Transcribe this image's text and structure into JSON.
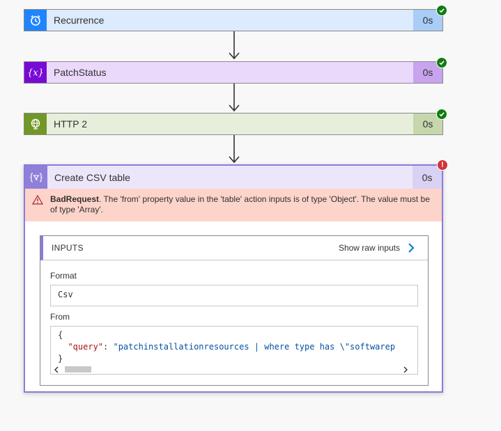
{
  "steps": [
    {
      "label": "Recurrence",
      "duration": "0s",
      "status": "succeeded"
    },
    {
      "label": "PatchStatus",
      "duration": "0s",
      "status": "succeeded"
    },
    {
      "label": "HTTP 2",
      "duration": "0s",
      "status": "succeeded"
    }
  ],
  "csv_step": {
    "label": "Create CSV table",
    "duration": "0s",
    "status": "failed",
    "error": {
      "code": "BadRequest",
      "message": ". The 'from' property value in the 'table' action inputs is of type 'Object'. The value must be of type 'Array'."
    },
    "inputs": {
      "title": "INPUTS",
      "show_raw": "Show raw inputs",
      "format_label": "Format",
      "format_value": "Csv",
      "from_label": "From",
      "from_code": {
        "open": "{",
        "key": "\"query\"",
        "colon": ": ",
        "value": "\"patchinstallationresources | where type has \\\"softwarep",
        "close": "}"
      }
    },
    "error_badge": "!"
  },
  "colors": {
    "recurrence_icon": "#1f85ff",
    "recurrence_bg": "#dcebfd",
    "recurrence_dur": "#a9cdf7",
    "variable_icon": "#770bd6",
    "variable_bg": "#ead9fb",
    "variable_dur": "#c8a4ef",
    "http_icon": "#709727",
    "http_bg": "#e7efdc",
    "http_dur": "#c6d7ad",
    "success": "#107c10",
    "error": "#d13438",
    "error_bg": "#fcd4ca"
  }
}
